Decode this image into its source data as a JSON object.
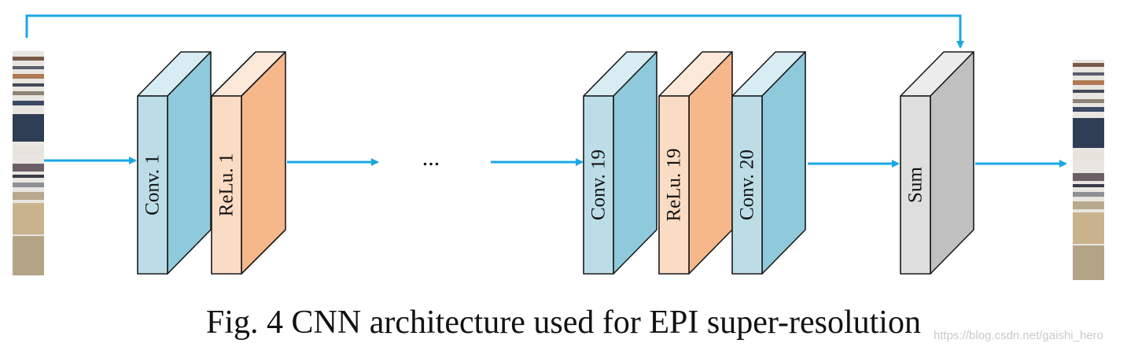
{
  "diagram": {
    "blocks": [
      {
        "id": "conv1",
        "label": "Conv. 1",
        "kind": "conv"
      },
      {
        "id": "relu1",
        "label": "ReLu. 1",
        "kind": "relu"
      },
      {
        "id": "conv19",
        "label": "Conv. 19",
        "kind": "conv"
      },
      {
        "id": "relu19",
        "label": "ReLu. 19",
        "kind": "relu"
      },
      {
        "id": "conv20",
        "label": "Conv. 20",
        "kind": "conv"
      },
      {
        "id": "sum",
        "label": "Sum",
        "kind": "sum"
      }
    ],
    "ellipsis": "...",
    "colors": {
      "arrow": "#1aa7e6",
      "conv_front": "#bcdde8",
      "conv_side": "#8ecadc",
      "conv_top": "#d7ecf3",
      "relu_front": "#fadcc4",
      "relu_side": "#f6b78a",
      "relu_top": "#fde9da",
      "sum_front": "#dedede",
      "sum_side": "#c0c0c0",
      "sum_top": "#ececec",
      "outline": "#1a1a1a"
    }
  },
  "caption": "Fig. 4 CNN architecture used for EPI super-resolution",
  "watermark": "https://blog.csdn.net/gaishi_hero"
}
